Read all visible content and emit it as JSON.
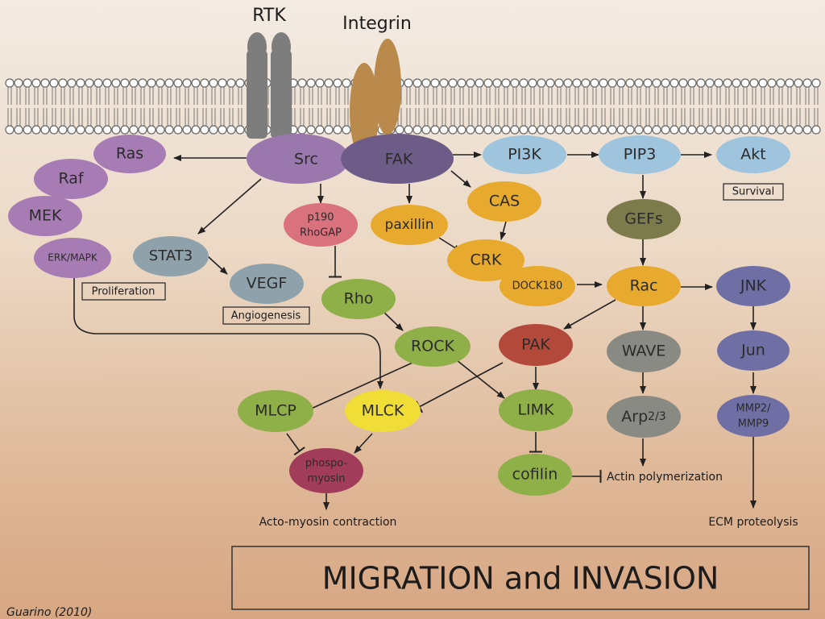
{
  "receptors": {
    "rtk": "RTK",
    "integrin": "Integrin"
  },
  "nodes": {
    "ras": "Ras",
    "raf": "Raf",
    "mek": "MEK",
    "erk": "ERK/MAPK",
    "src": "Src",
    "fak": "FAK",
    "pi3k": "PI3K",
    "pip3": "PIP3",
    "akt": "Akt",
    "stat3": "STAT3",
    "vegf": "VEGF",
    "p190_line1": "p190",
    "p190_line2": "RhoGAP",
    "paxillin": "paxillin",
    "cas": "CAS",
    "crk": "CRK",
    "dock180": "DOCK180",
    "gefs": "GEFs",
    "rac": "Rac",
    "jnk": "JNK",
    "jun": "Jun",
    "mmp_line1": "MMP2/",
    "mmp_line2": "MMP9",
    "rho": "Rho",
    "rock": "ROCK",
    "pak": "PAK",
    "wave": "WAVE",
    "arp_main": "Arp",
    "arp_sub": "2/3",
    "mlcp": "MLCP",
    "mlck": "MLCK",
    "limk": "LIMK",
    "cofilin": "cofilin",
    "phospho_line1": "phospo-",
    "phospho_line2": "myosin"
  },
  "boxed_labels": {
    "survival": "Survival",
    "proliferation": "Proliferation",
    "angiogenesis": "Angiogenesis"
  },
  "outcomes": {
    "actin": "Actin polymerization",
    "actomyosin": "Acto-myosin contraction",
    "ecm": "ECM proteolysis"
  },
  "title": "MIGRATION and INVASION",
  "citation": "Guarino (2010)",
  "colors": {
    "purple": "#a77bb3",
    "src": "#9a78ad",
    "fak": "#6e5c88",
    "lightblue": "#9fc4de",
    "olive": "#7b7b4c",
    "gray_blue": "#8fa2ac",
    "pink": "#d9727d",
    "orange": "#e8aa2e",
    "green": "#8faf48",
    "red": "#b3493a",
    "gray": "#8a8a84",
    "navy": "#6f6fa6",
    "yellow": "#f0dd35",
    "maroon": "#a13c5a"
  }
}
